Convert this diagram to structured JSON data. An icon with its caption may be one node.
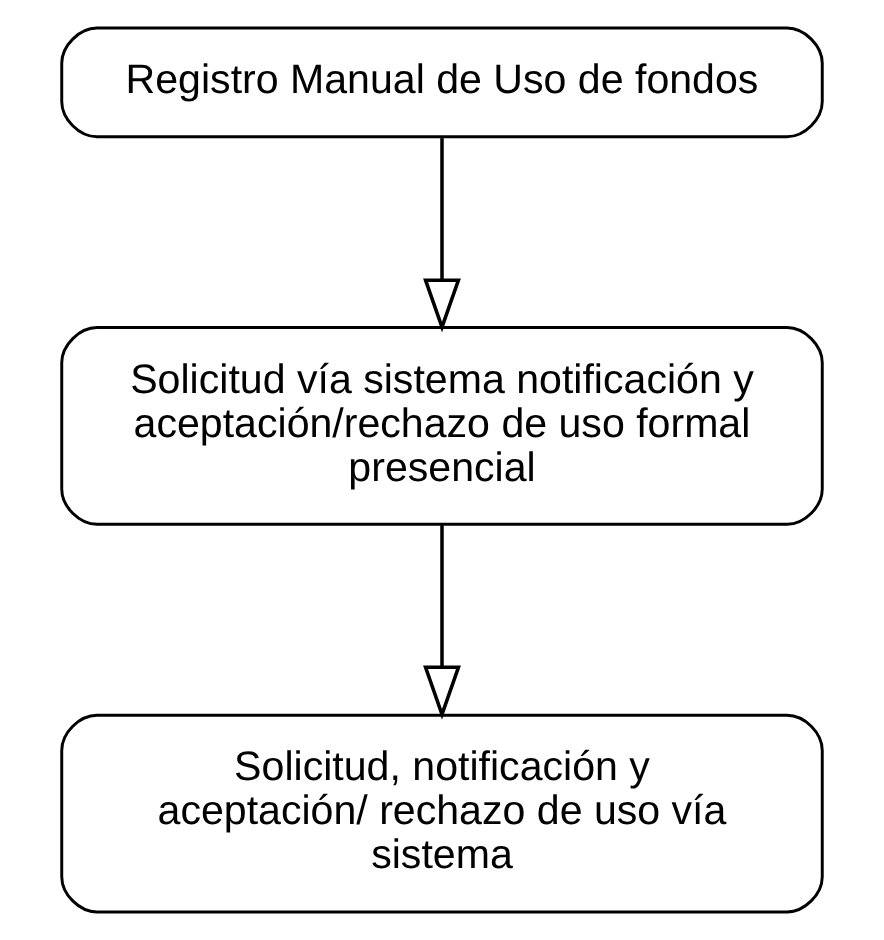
{
  "diagram": {
    "nodes": [
      {
        "text": [
          "Registro Manual de Uso de fondos"
        ]
      },
      {
        "text": [
          "Solicitud vía sistema notificación y aceptación/rechazo de uso formal presencial"
        ]
      },
      {
        "text": [
          "Solicitud, notificación y aceptación/ rechazo de uso vía sistema"
        ]
      }
    ],
    "edges": [
      {
        "from": 0,
        "to": 1,
        "arrow": "to"
      },
      {
        "from": 1,
        "to": 2,
        "arrow": "to"
      }
    ]
  }
}
